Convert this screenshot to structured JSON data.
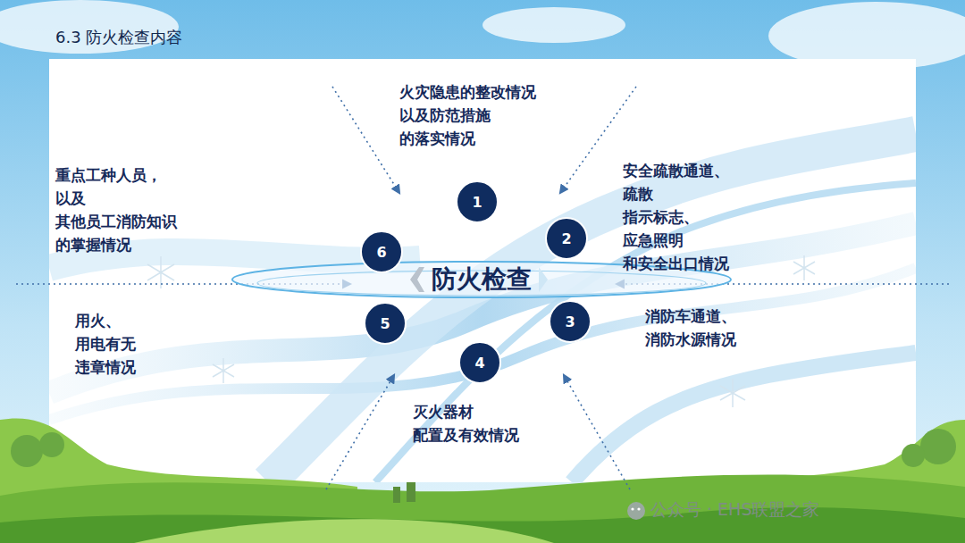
{
  "diagram": {
    "title": "6.3  防火检查内容",
    "nodes": [
      {
        "text": [
          "防火检查"
        ]
      },
      {
        "text": [
          "1"
        ]
      },
      {
        "text": [
          "2"
        ]
      },
      {
        "text": [
          "3"
        ]
      },
      {
        "text": [
          "4"
        ]
      },
      {
        "text": [
          "5"
        ]
      },
      {
        "text": [
          "6"
        ]
      }
    ],
    "labels": [
      "火灾隐患的整改情况 以及防范措施 的落实情况",
      "安全疏散通道、疏散 指示标志、应急照明 和安全出口情况",
      "消防车通道、 消防水源情况",
      "灭火器材 配置及有效情况",
      "用火、用电有无 违章情况",
      "重点工种人员，以及 其他员工消防知识 的掌握情况",
      "公众号 · EHS联盟之家"
    ]
  }
}
